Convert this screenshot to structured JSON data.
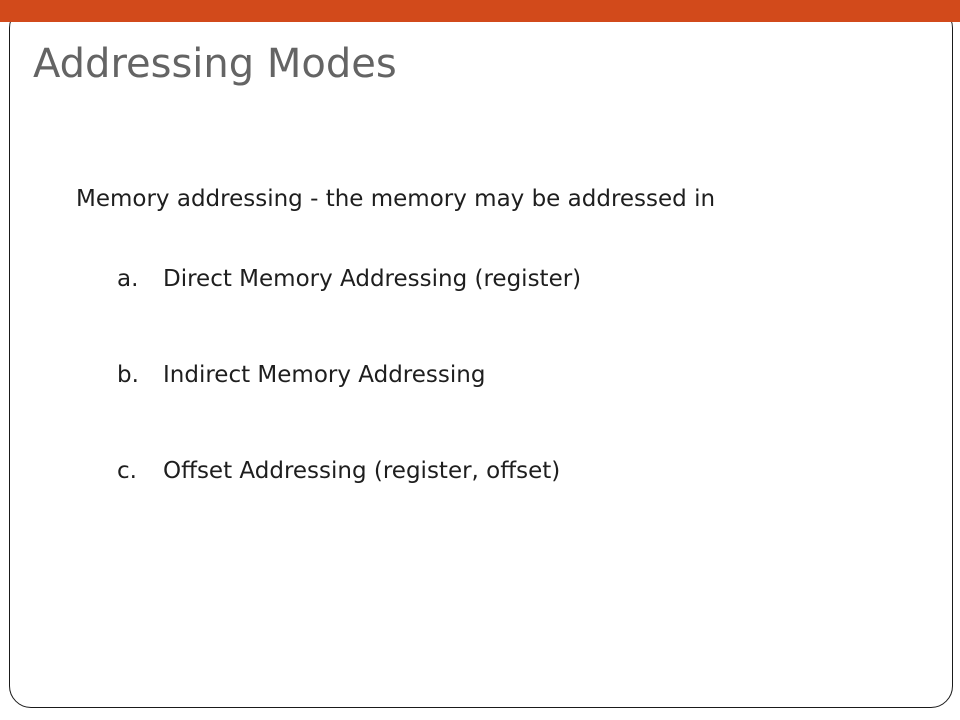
{
  "slide": {
    "title": "Addressing Modes",
    "intro": "Memory addressing -  the memory may be addressed in",
    "items": [
      {
        "marker": "a.",
        "text": "Direct Memory Addressing (register)"
      },
      {
        "marker": "b.",
        "text": "Indirect Memory Addressing"
      },
      {
        "marker": "c.",
        "text": "Offset Addressing (register, offset)"
      }
    ]
  },
  "colors": {
    "accent_bar": "#d24a1b",
    "title": "#646464",
    "body_text": "#1e1e1e",
    "frame_border": "#1a1a1a"
  }
}
